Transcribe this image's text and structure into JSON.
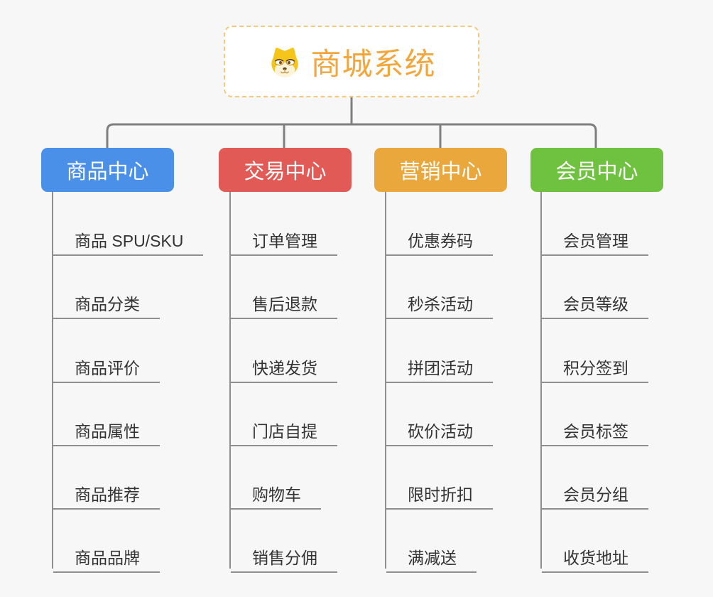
{
  "canvas": {
    "background": "#f7f7f7",
    "connector_color": "#7f7f7f",
    "leaf_line_color": "#8e8e8e",
    "leaf_text_color": "#333333"
  },
  "root": {
    "label": "商城系统",
    "icon": "dog-face",
    "text_color": "#f2a63c",
    "border_color": "#f6c77d",
    "background": "#ffffff"
  },
  "branches": [
    {
      "id": "product-center",
      "label": "商品中心",
      "color": "#4b90e8",
      "children": [
        "商品 SPU/SKU",
        "商品分类",
        "商品评价",
        "商品属性",
        "商品推荐",
        "商品品牌"
      ]
    },
    {
      "id": "trade-center",
      "label": "交易中心",
      "color": "#e25a56",
      "children": [
        "订单管理",
        "售后退款",
        "快递发货",
        "门店自提",
        "购物车",
        "销售分佣"
      ]
    },
    {
      "id": "marketing-center",
      "label": "营销中心",
      "color": "#eaa83c",
      "children": [
        "优惠券码",
        "秒杀活动",
        "拼团活动",
        "砍价活动",
        "限时折扣",
        "满减送"
      ]
    },
    {
      "id": "member-center",
      "label": "会员中心",
      "color": "#6fc23f",
      "children": [
        "会员管理",
        "会员等级",
        "积分签到",
        "会员标签",
        "会员分组",
        "收货地址"
      ]
    }
  ]
}
